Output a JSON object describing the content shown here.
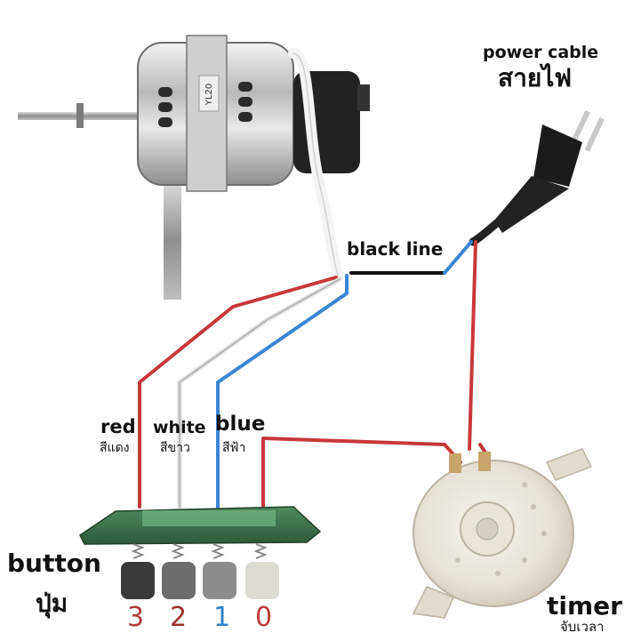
{
  "labels": {
    "power_cable_en": "power cable",
    "power_cable_th": "สายไฟ",
    "black_line": "black line",
    "red_en": "red",
    "red_th": "สีแดง",
    "white_en": "white",
    "white_th": "สีขาว",
    "blue_en": "blue",
    "blue_th": "สีฟ้า",
    "button_en": "button",
    "button_th": "ปุ่ม",
    "timer_en": "timer",
    "timer_th": "จับเวลา",
    "motor_marking": "YL20"
  },
  "buttons": [
    {
      "number": "3",
      "color": "#b23a3a"
    },
    {
      "number": "2",
      "color": "#9a2f2f"
    },
    {
      "number": "1",
      "color": "#2e7fc9"
    },
    {
      "number": "0",
      "color": "#c23b3b"
    }
  ],
  "wire_colors": {
    "red": "#c8383b",
    "white": "#e0e0e0",
    "blue": "#3b86d4",
    "black": "#111111"
  }
}
